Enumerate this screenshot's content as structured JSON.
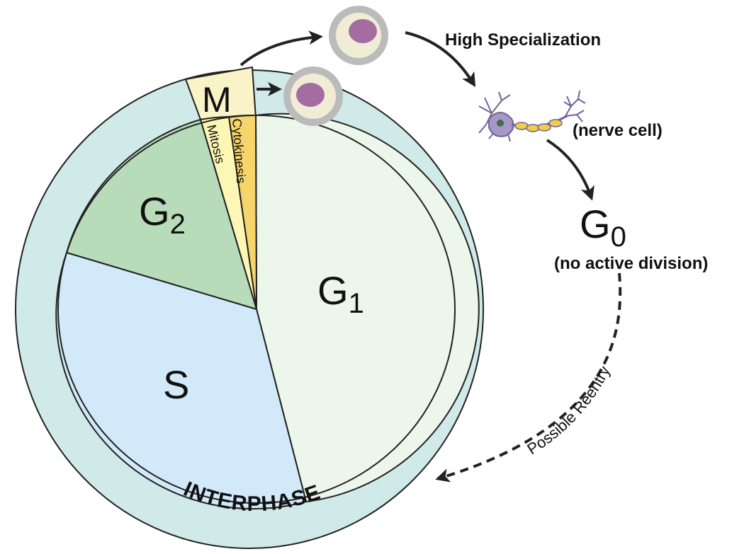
{
  "phases": {
    "g1": {
      "letter": "G",
      "subscript": "1"
    },
    "g2": {
      "letter": "G",
      "subscript": "2"
    },
    "s": {
      "label": "S"
    },
    "m": {
      "label": "M"
    },
    "mitosis": {
      "label": "Mitosis"
    },
    "cytokinesis": {
      "label": "Cytokinesis"
    }
  },
  "ring_label": "INTERPHASE",
  "specialization": {
    "arrow_label": "High Specialization",
    "cell_label": "(nerve cell)"
  },
  "g0": {
    "letter": "G",
    "subscript": "0",
    "caption": "(no active division)"
  },
  "reentry_label": "Possible Reentry",
  "colors": {
    "outer_ring": "#d0e9e9",
    "g1": "#edf6ea",
    "g2": "#b8dcb9",
    "s": "#d2e9f9",
    "m": "#fbf3c8",
    "mitosis": "#fdf7b5",
    "cytokinesis": "#f7d56b",
    "cell_nucleus": "#a56ca2",
    "cell_body": "#f1ecd6",
    "cell_outline": "#bbbbbb",
    "neuron": "#a996c9",
    "axon": "#f2cd4a"
  }
}
